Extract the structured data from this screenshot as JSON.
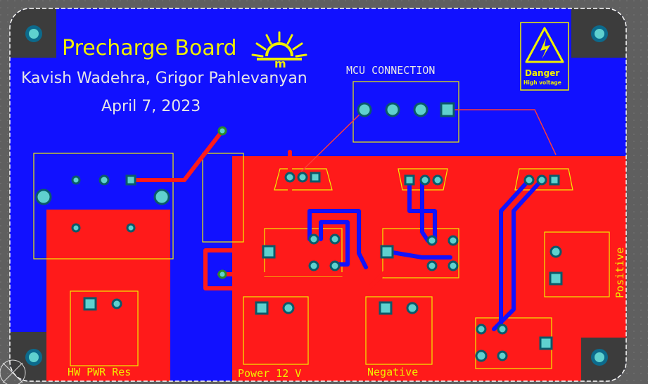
{
  "board": {
    "title": "Precharge Board",
    "authors": "Kavish Wadehra, Grigor Pahlevanyan",
    "date": "April 7, 2023",
    "mcu_label": "MCU CONNECTION",
    "danger_title": "Danger",
    "danger_subtitle": "High voltage",
    "logo_letter": "m",
    "labels": {
      "hw_pwr_res": "HW PWR Res",
      "power_12v": "Power 12 V",
      "negative": "Negative",
      "positive": "Positive"
    }
  },
  "colors": {
    "background": "#5f5f5f",
    "top_copper": "#ff1a1a",
    "bottom_copper": "#1111ff",
    "silkscreen": "#f0f000",
    "pad": "#7ecfcf",
    "board_outline": "#ffffff"
  },
  "icons": [
    "sun-logo-icon",
    "high-voltage-warning-icon",
    "mounting-hole-icon",
    "origin-marker-icon"
  ]
}
